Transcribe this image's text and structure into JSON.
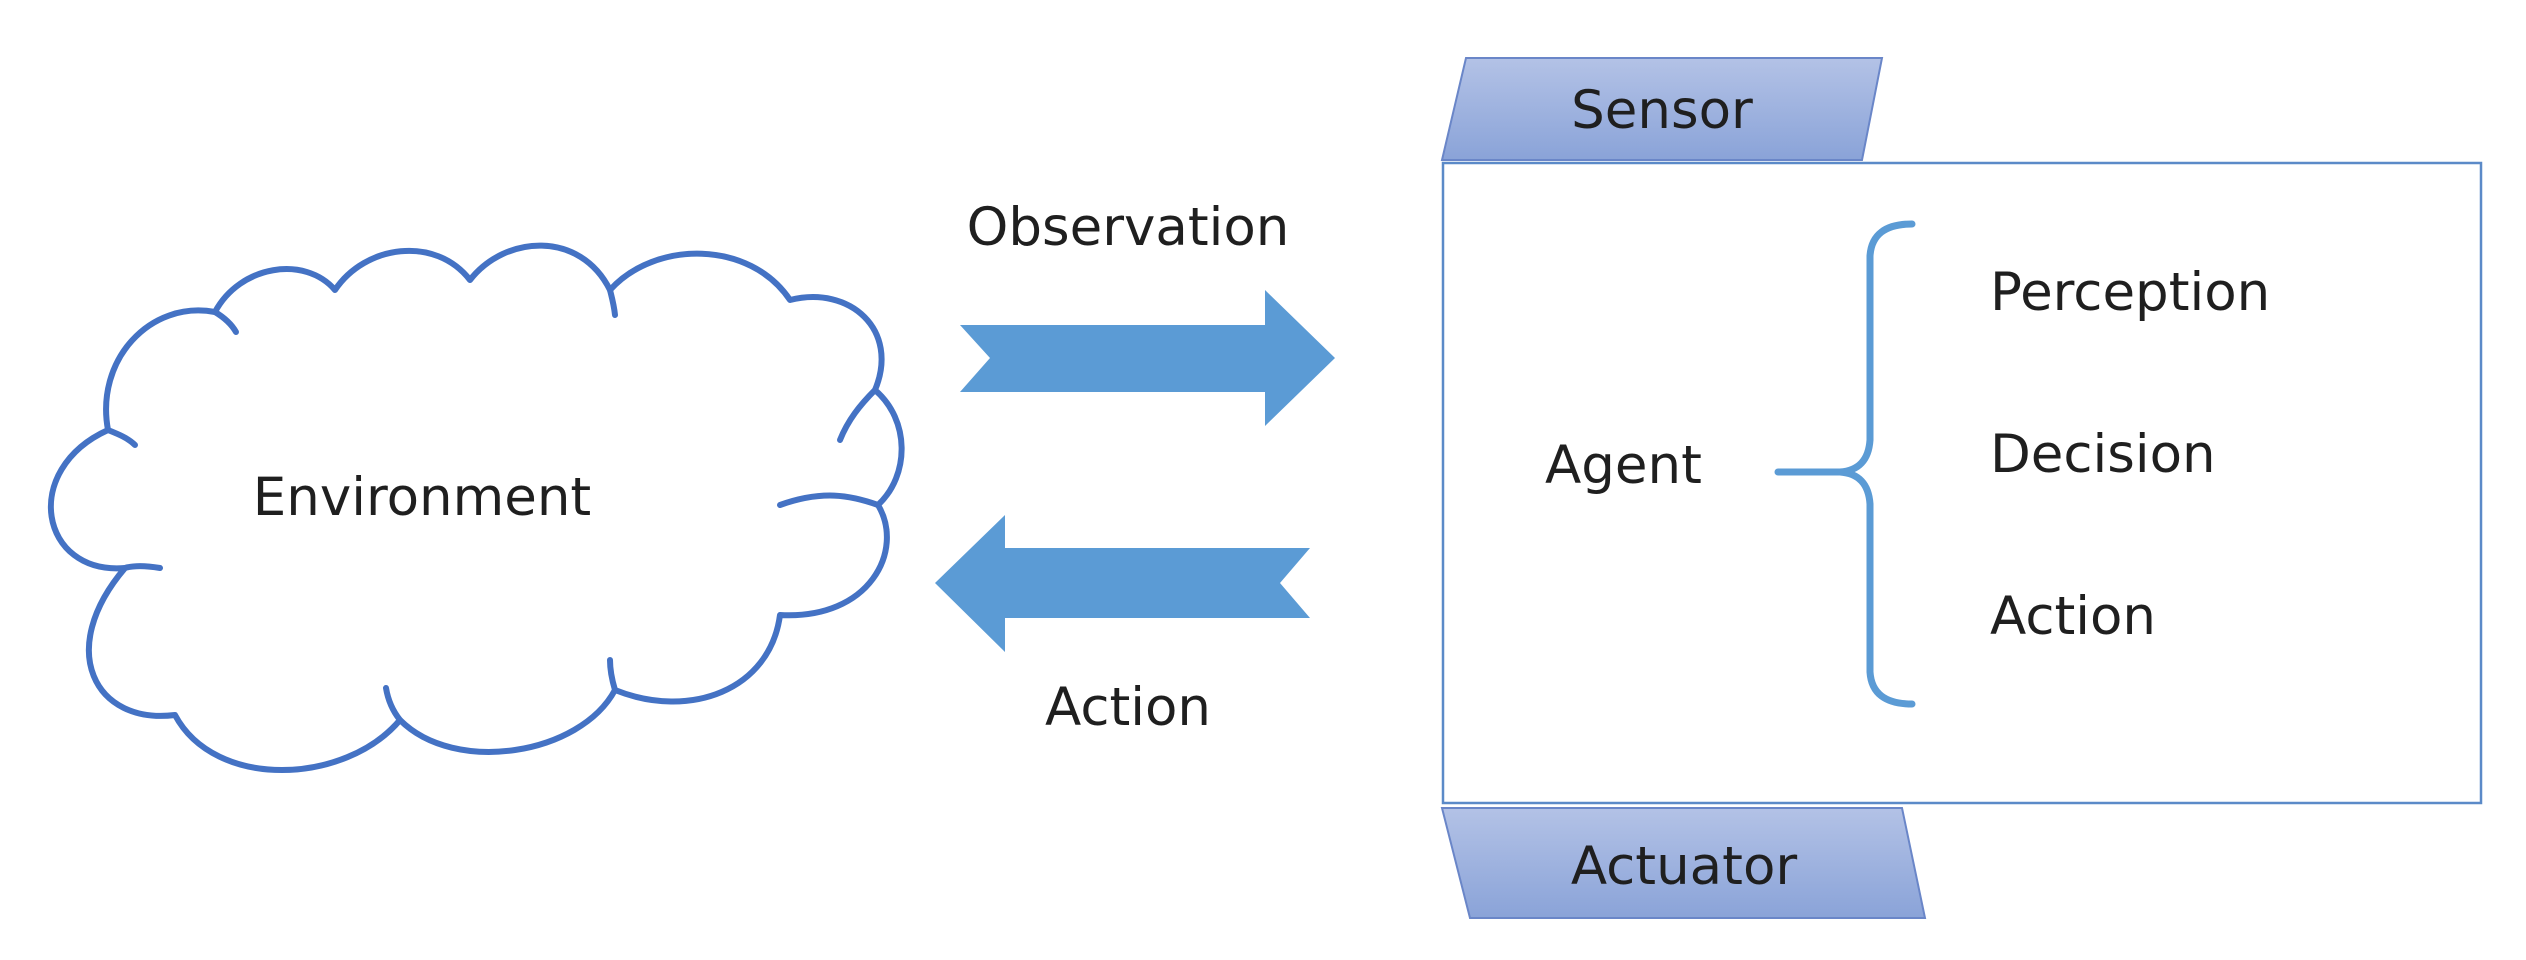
{
  "environment": {
    "label": "Environment"
  },
  "arrows": {
    "observation_label": "Observation",
    "action_label": "Action"
  },
  "agent_box": {
    "sensor_label": "Sensor",
    "actuator_label": "Actuator",
    "agent_label": "Agent",
    "components": [
      "Perception",
      "Decision",
      "Action"
    ]
  },
  "colors": {
    "cloud_stroke": "#4472c4",
    "arrow_fill": "#5b9bd5",
    "tab_fill_top": "#a9b9e0",
    "tab_fill_bottom": "#8ea6da",
    "tab_stroke": "#6a86c8",
    "box_stroke": "#5b8ac8",
    "brace_stroke": "#5b9bd5",
    "text": "#1f1f1f"
  }
}
